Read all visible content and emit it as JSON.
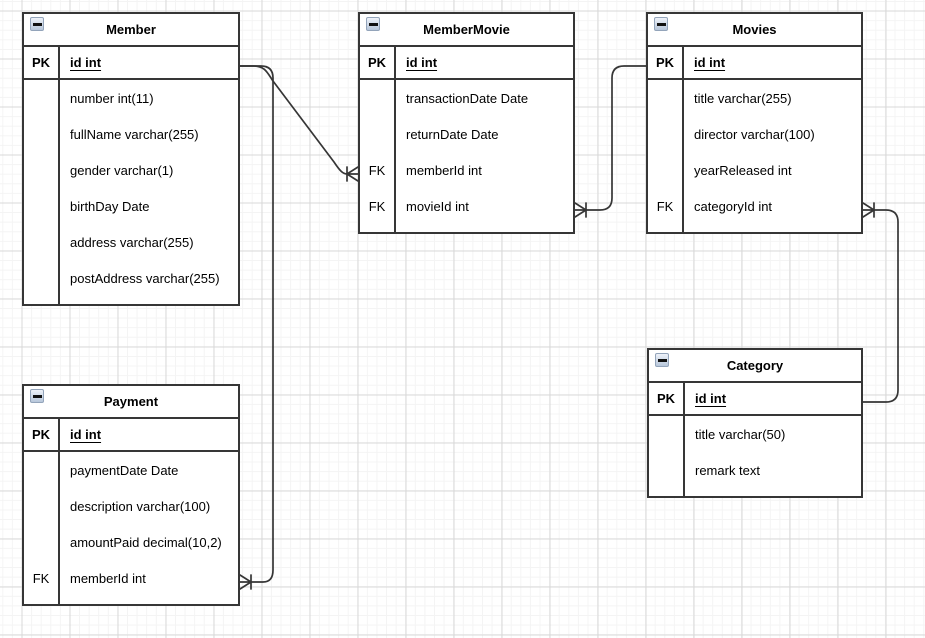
{
  "app": {
    "kind": "entity-relationship-diagram",
    "background_color": "#ffffff",
    "grid_minor_color": "#f4f4f4",
    "grid_major_color": "#d8d8d8",
    "shape_line_color": "#363636"
  },
  "tables": {
    "member": {
      "title": "Member",
      "collapse_icon": "minus-square-icon",
      "pk_key": "PK",
      "pk_name": "id int",
      "rows": [
        {
          "key": "",
          "name": "number int(11)"
        },
        {
          "key": "",
          "name": "fullName varchar(255)"
        },
        {
          "key": "",
          "name": "gender varchar(1)"
        },
        {
          "key": "",
          "name": "birthDay Date"
        },
        {
          "key": "",
          "name": "address varchar(255)"
        },
        {
          "key": "",
          "name": "postAddress varchar(255)"
        }
      ]
    },
    "member_movie": {
      "title": "MemberMovie",
      "collapse_icon": "minus-square-icon",
      "pk_key": "PK",
      "pk_name": "id int",
      "rows": [
        {
          "key": "",
          "name": "transactionDate Date"
        },
        {
          "key": "",
          "name": "returnDate Date"
        },
        {
          "key": "FK",
          "name": "memberId int"
        },
        {
          "key": "FK",
          "name": "movieId int"
        }
      ]
    },
    "movies": {
      "title": "Movies",
      "collapse_icon": "minus-square-icon",
      "pk_key": "PK",
      "pk_name": "id int",
      "rows": [
        {
          "key": "",
          "name": "title varchar(255)"
        },
        {
          "key": "",
          "name": "director varchar(100)"
        },
        {
          "key": "",
          "name": "yearReleased int"
        },
        {
          "key": "FK",
          "name": "categoryId int"
        }
      ]
    },
    "payment": {
      "title": "Payment",
      "collapse_icon": "minus-square-icon",
      "pk_key": "PK",
      "pk_name": "id int",
      "rows": [
        {
          "key": "",
          "name": "paymentDate Date"
        },
        {
          "key": "",
          "name": "description varchar(100)"
        },
        {
          "key": "",
          "name": "amountPaid decimal(10,2)"
        },
        {
          "key": "FK",
          "name": "memberId int"
        }
      ]
    },
    "category": {
      "title": "Category",
      "collapse_icon": "minus-square-icon",
      "pk_key": "PK",
      "pk_name": "id int",
      "rows": [
        {
          "key": "",
          "name": "title varchar(50)"
        },
        {
          "key": "",
          "name": "remark text"
        }
      ]
    }
  },
  "relationships": [
    {
      "one_side": "Member.id",
      "many_side": "MemberMovie.memberId",
      "notation": "crow-foot-with-bar at MemberMovie"
    },
    {
      "one_side": "Movies.id",
      "many_side": "MemberMovie.movieId",
      "notation": "crow-foot-with-bar at MemberMovie"
    },
    {
      "one_side": "Category.id",
      "many_side": "Movies.categoryId",
      "notation": "crow-foot-with-bar at Movies"
    },
    {
      "one_side": "Member.id",
      "many_side": "Payment.memberId",
      "notation": "crow-foot-with-bar at Payment"
    }
  ]
}
